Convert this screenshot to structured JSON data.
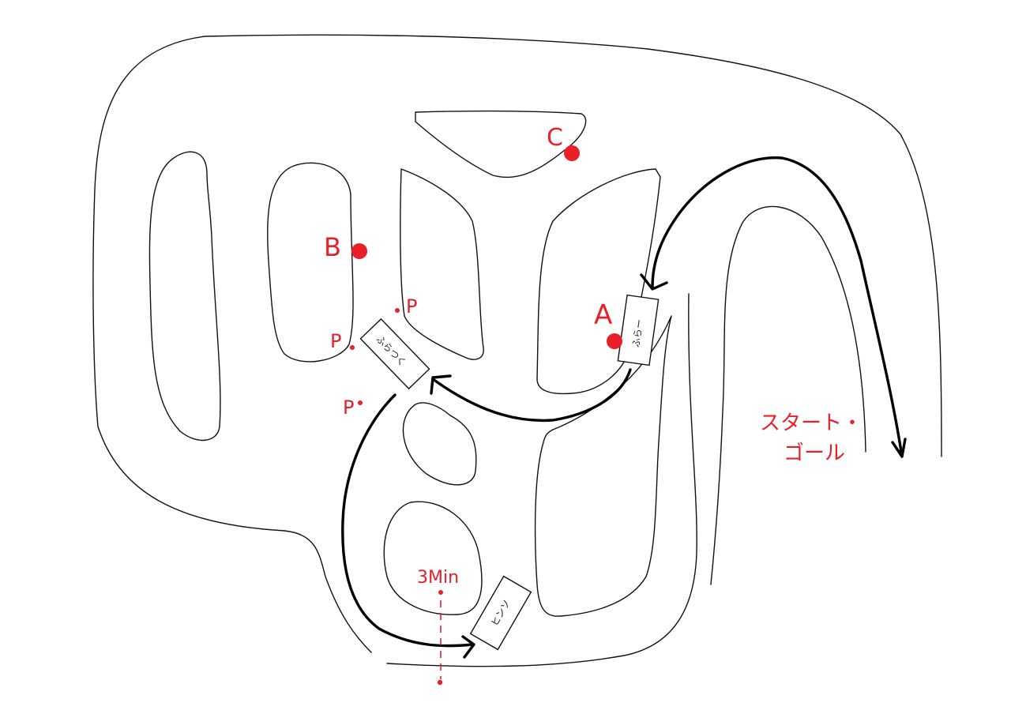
{
  "labels": {
    "point_a": "A",
    "point_b": "B",
    "point_c": "C",
    "parking_1": "P",
    "parking_2": "P",
    "parking_3": "P",
    "start_goal_line1": "スタート・",
    "start_goal_line2": "ゴール",
    "time_marker": "3Min"
  },
  "gates": {
    "gate_1": "ふらー",
    "gate_2": "ふらつく",
    "gate_3": "ヒンソ"
  },
  "colors": {
    "ink": "#111111",
    "marker_red": "#e8202a",
    "route_black": "#000000",
    "background": "#ffffff"
  }
}
